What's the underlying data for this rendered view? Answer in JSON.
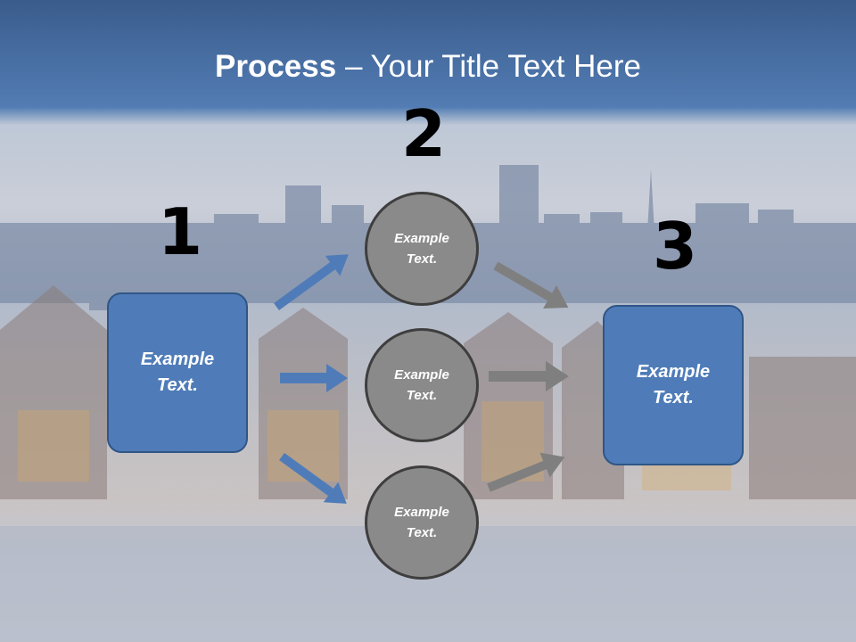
{
  "title": {
    "bold": "Process",
    "rest": " – Your Title Text Here"
  },
  "steps": {
    "one": "1",
    "two": "2",
    "three": "3"
  },
  "left_box": {
    "line1": "Example",
    "line2": "Text."
  },
  "right_box": {
    "line1": "Example",
    "line2": "Text."
  },
  "circles": [
    {
      "line1": "Example",
      "line2": "Text."
    },
    {
      "line1": "Example",
      "line2": "Text."
    },
    {
      "line1": "Example",
      "line2": "Text."
    }
  ],
  "colors": {
    "box": "#4f7cb8",
    "arrow_blue": "#4f7cb8",
    "arrow_gray": "#7f7f7f",
    "circle": "#8a8a8a"
  }
}
